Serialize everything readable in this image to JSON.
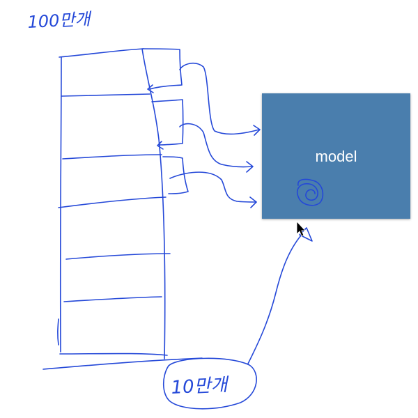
{
  "model_box": {
    "label": "model",
    "color": "#4a7ead"
  },
  "annotations": {
    "total_label": "100만개",
    "subset_label": "10만개"
  },
  "ink_color": "#2448d8",
  "icons": {
    "cursor": "mouse-pointer-icon",
    "scribble": "circle-scribble-icon"
  }
}
